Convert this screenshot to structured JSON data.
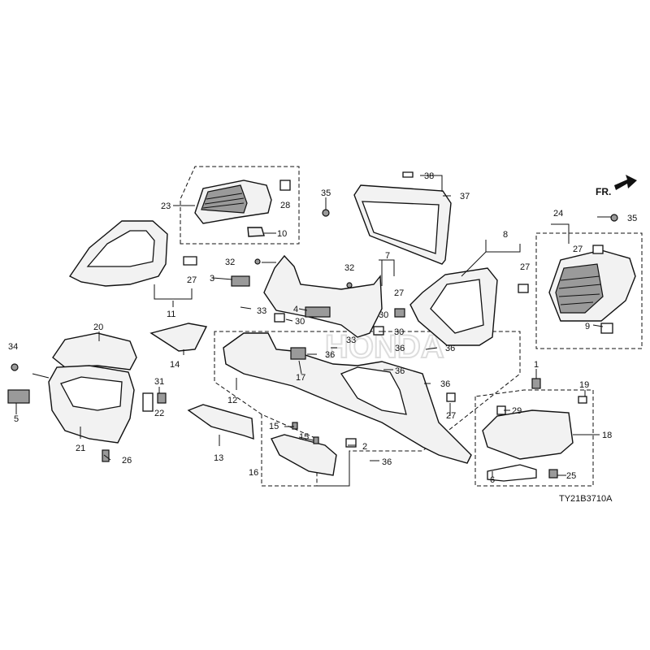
{
  "diagram": {
    "watermark": "HONDA",
    "direction_label": "FR.",
    "diagram_code": "TY21B3710A",
    "callouts": {
      "c1": "1",
      "c2": "2",
      "c3": "3",
      "c4": "4",
      "c5": "5",
      "c6": "6",
      "c7": "7",
      "c8": "8",
      "c9": "9",
      "c10": "10",
      "c11": "11",
      "c12": "12",
      "c13": "13",
      "c14": "14",
      "c15a": "15",
      "c15b": "15",
      "c16": "16",
      "c17": "17",
      "c18": "18",
      "c19": "19",
      "c20": "20",
      "c21": "21",
      "c22": "22",
      "c23": "23",
      "c24": "24",
      "c25": "25",
      "c26": "26",
      "c27a": "27",
      "c27b": "27",
      "c27c": "27",
      "c27d": "27",
      "c27e": "27",
      "c28": "28",
      "c29": "29",
      "c30a": "30",
      "c30b": "30",
      "c30c": "30",
      "c31": "31",
      "c32a": "32",
      "c32b": "32",
      "c33a": "33",
      "c33b": "33",
      "c34": "34",
      "c35a": "35",
      "c35b": "35",
      "c36a": "36",
      "c36b": "36",
      "c36c": "36",
      "c36d": "36",
      "c36e": "36",
      "c36f": "36",
      "c36g": "36",
      "c37": "37",
      "c38": "38"
    }
  }
}
